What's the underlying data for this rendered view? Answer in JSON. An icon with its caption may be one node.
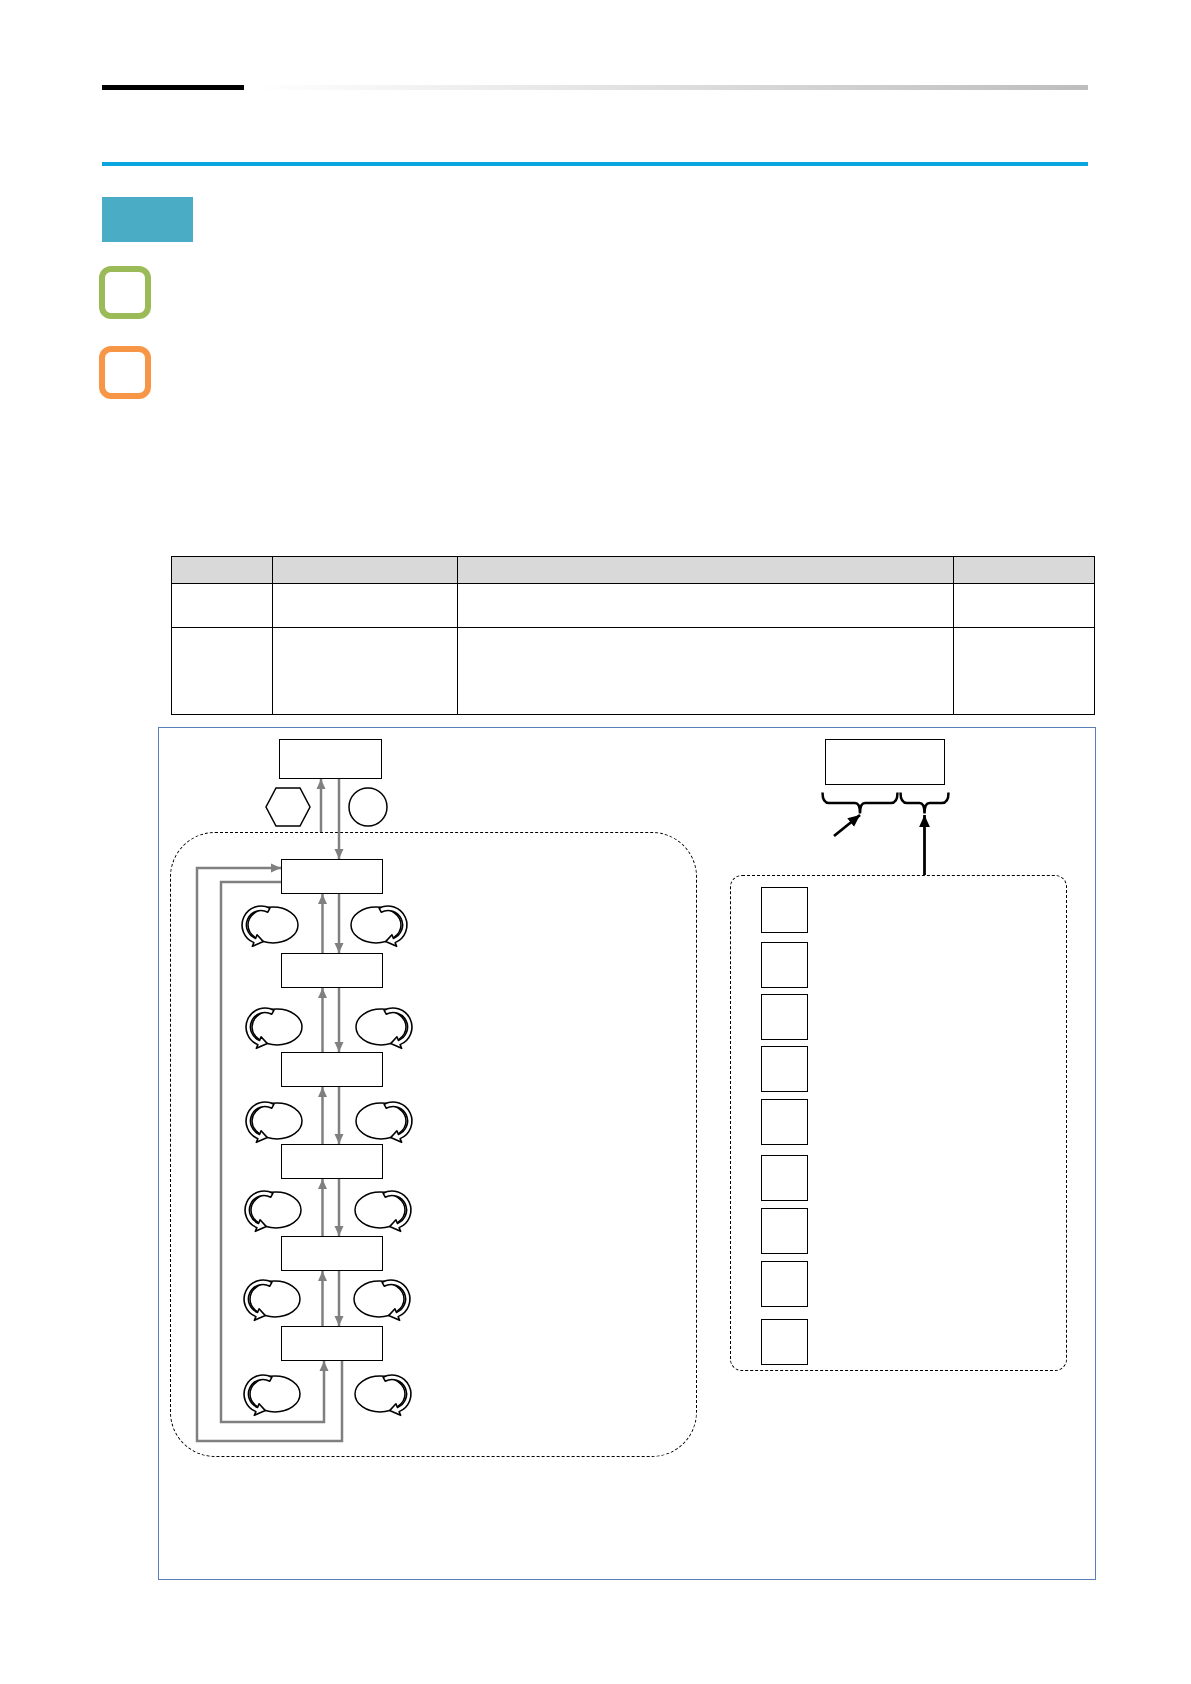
{
  "diagram": {
    "nodes": [
      {
        "text": [],
        "shape": "bar"
      },
      {
        "text": [],
        "shape": "box"
      },
      {
        "text": [],
        "shape": "box"
      },
      {
        "text": [],
        "shape": "brace"
      },
      {
        "text": [],
        "shape": "brace"
      },
      {
        "text": [],
        "shape": "box"
      },
      {
        "text": [],
        "shape": "box",
        "in": 5
      },
      {
        "text": [],
        "shape": "box",
        "in": 5
      },
      {
        "text": [],
        "shape": "box",
        "in": 5
      },
      {
        "text": [],
        "shape": "box",
        "in": 5
      },
      {
        "text": [],
        "shape": "box",
        "in": 5
      },
      {
        "text": [],
        "shape": "box",
        "in": 5
      },
      {
        "text": [],
        "shape": "box"
      },
      {
        "text": [],
        "shape": "box",
        "in": 12
      },
      {
        "text": [],
        "shape": "box",
        "in": 12
      },
      {
        "text": [],
        "shape": "box",
        "in": 12
      },
      {
        "text": [],
        "shape": "box",
        "in": 12
      },
      {
        "text": [],
        "shape": "box",
        "in": 12
      },
      {
        "text": [],
        "shape": "box",
        "in": 12
      },
      {
        "text": [],
        "shape": "box",
        "in": 12
      },
      {
        "text": [],
        "shape": "box",
        "in": 12
      },
      {
        "text": [],
        "shape": "box",
        "in": 12
      }
    ],
    "edges": [
      {
        "from": 5,
        "to": 1,
        "arrow": "to"
      },
      {
        "from": 1,
        "to": 6,
        "arrow": "to"
      },
      {
        "from": 7,
        "to": 6,
        "arrow": "to"
      },
      {
        "from": 6,
        "to": 7,
        "arrow": "to"
      },
      {
        "from": 8,
        "to": 7,
        "arrow": "to"
      },
      {
        "from": 7,
        "to": 8,
        "arrow": "to"
      },
      {
        "from": 9,
        "to": 8,
        "arrow": "to"
      },
      {
        "from": 8,
        "to": 9,
        "arrow": "to"
      },
      {
        "from": 10,
        "to": 9,
        "arrow": "to"
      },
      {
        "from": 9,
        "to": 10,
        "arrow": "to"
      },
      {
        "from": 11,
        "to": 10,
        "arrow": "to"
      },
      {
        "from": 10,
        "to": 11,
        "arrow": "to"
      },
      {
        "from": 11,
        "to": 6,
        "arrow": "to"
      },
      {
        "from": 6,
        "to": 11,
        "arrow": "to"
      },
      {
        "from": null,
        "to": 3,
        "arrow": "to",
        "color": "#000000"
      },
      {
        "from": 12,
        "to": 4,
        "arrow": "to",
        "color": "#000000"
      }
    ]
  }
}
